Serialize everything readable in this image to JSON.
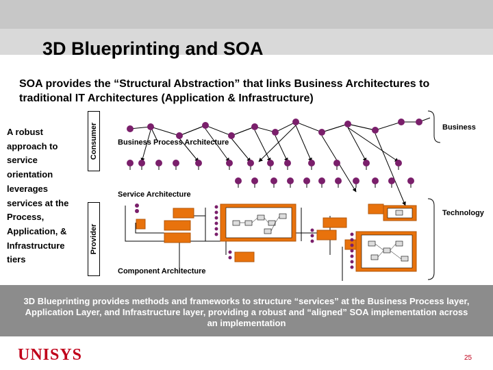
{
  "title": "3D Blueprinting and SOA",
  "subtitle": "SOA provides the “Structural Abstraction” that links Business Architectures to traditional IT Architectures (Application & Infrastructure)",
  "left_text": "A robust approach to service orientation leverages services at the Process, Application, & Infrastructure tiers",
  "consumer_label": "Consumer",
  "provider_label": "Provider",
  "layers": {
    "business": "Business",
    "technology": "Technology",
    "business_process": "Business Process Architecture",
    "service": "Service Architecture",
    "component": "Component Architecture"
  },
  "bottom_text": "3D Blueprinting provides methods and frameworks to structure “services” at the Business Process layer, Application Layer, and Infrastructure layer, providing a robust and “aligned” SOA implementation across an implementation",
  "logo": "UNISYS",
  "page_number": "25",
  "colors": {
    "node": "#7a1f6b",
    "box": "#e8720c",
    "logo": "#c0001a",
    "band": "#8c8c8c"
  }
}
